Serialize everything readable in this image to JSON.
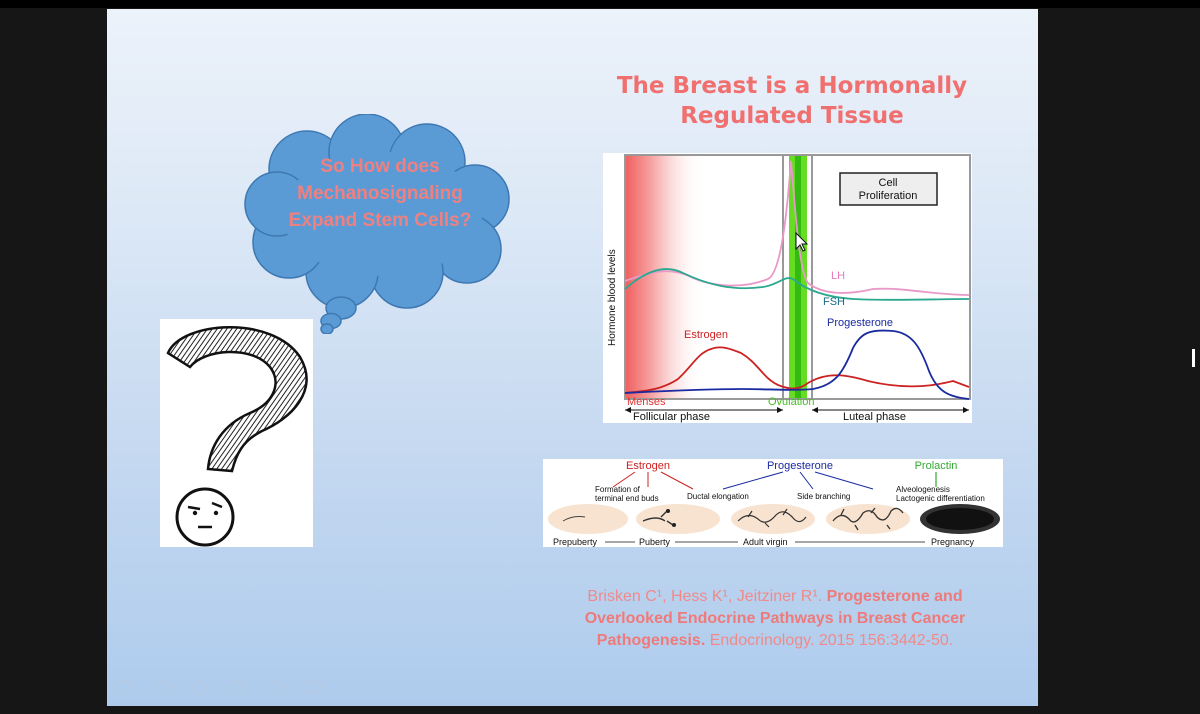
{
  "slide": {
    "title": "The Breast is a Hormonally Regulated Tissue",
    "thought_bubble": "So How does Mechanosignaling Expand Stem Cells?"
  },
  "hormone_chart": {
    "y_label": "Hormone blood levels",
    "box_label_1": "Cell",
    "box_label_2": "Proliferation",
    "lh": "LH",
    "fsh": "FSH",
    "estrogen": "Estrogen",
    "progesterone": "Progesterone",
    "menses": "Menses",
    "ovulation": "Ovulation",
    "follicular_phase": "Follicular phase",
    "luteal_phase": "Luteal phase"
  },
  "development": {
    "estrogen": "Estrogen",
    "progesterone": "Progesterone",
    "prolactin": "Prolactin",
    "formation_1": "Formation of",
    "formation_2": "terminal end buds",
    "ductal": "Ductal elongation",
    "side": "Side branching",
    "alveo": "Alveologenesis",
    "lacto": "Lactogenic differentiation",
    "prepuberty": "Prepuberty",
    "puberty": "Puberty",
    "adult": "Adult virgin",
    "pregnancy": "Pregnancy"
  },
  "citation": {
    "authors": "Brisken C¹, Hess K¹, Jeitziner R¹.",
    "title": "Progesterone and Overlooked Endocrine Pathways in Breast Cancer Pathogenesis.",
    "journal": "Endocrinology. 2015 156:3442-50."
  },
  "colors": {
    "title": "#f07070",
    "estrogen": "#cc2222",
    "progesterone": "#1a2aa0",
    "lh": "#e899c8",
    "fsh": "#2aa890",
    "ovulation": "#66dd22",
    "prolactin": "#33aa33"
  },
  "icons": [
    "question-mark-drawing",
    "thinking-face-drawing",
    "thought-cloud",
    "mouse-cursor"
  ]
}
